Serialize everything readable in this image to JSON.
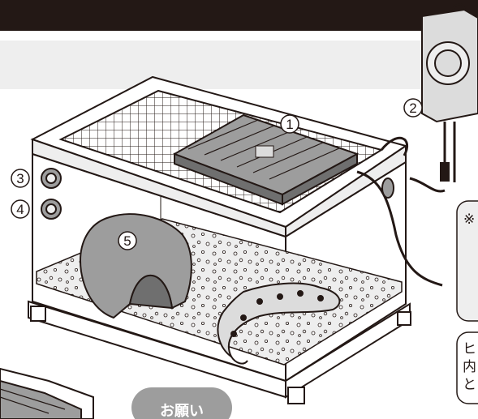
{
  "header": {
    "bar_color": "#231815",
    "band_color": "#eeeeee"
  },
  "callouts": {
    "heater_panel": "1",
    "thermostat_unit": "2",
    "dial_top": "3",
    "dial_bottom": "4",
    "hide_shelter": "5"
  },
  "side_notes": {
    "note_asterisk": "※",
    "note_line_1": "ヒ",
    "note_line_2": "内",
    "note_line_3": "と"
  },
  "bottom_pill": {
    "label": "お願い",
    "color": "#9d9d9d"
  },
  "icons": [
    "reptile-tank-illustration",
    "thermostat-device-icon",
    "dial-icon",
    "gecko-illustration",
    "rock-hide-illustration"
  ]
}
